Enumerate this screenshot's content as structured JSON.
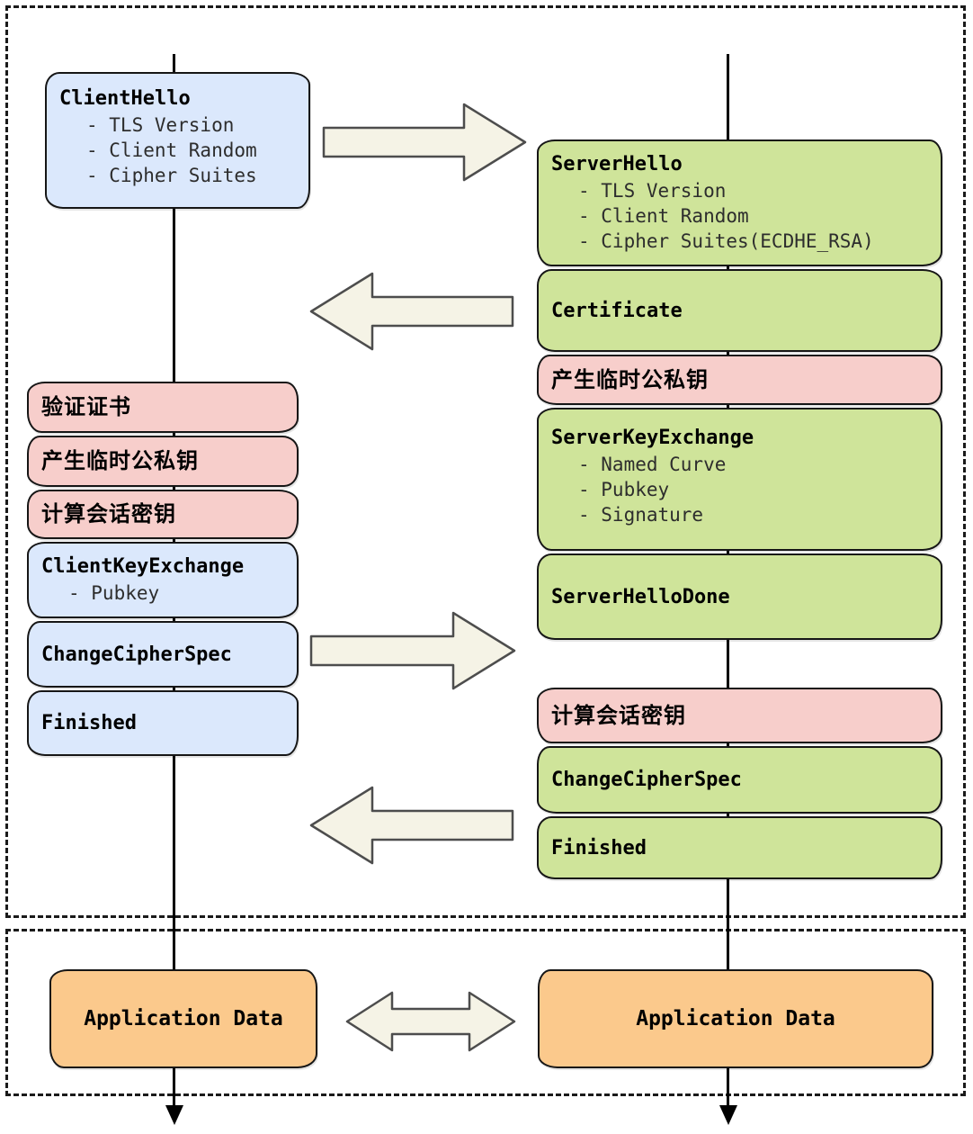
{
  "diagram": {
    "type": "tls-handshake-sequence",
    "phase_regions": [
      "handshake-phase",
      "application-data-phase"
    ],
    "colors": {
      "client_box_fill": "#dbe8fc",
      "server_box_fill": "#cfe49a",
      "action_box_fill": "#f7cecb",
      "appdata_box_fill": "#fbc98c",
      "arrow_fill": "#f5f3e6",
      "arrow_stroke": "#4d4d4d",
      "box_border": "#161616",
      "lifeline": "#000000",
      "dashed_border": "#1a1a1a"
    }
  },
  "client": {
    "hello": {
      "title": "ClientHello",
      "items": [
        "- TLS Version",
        "- Client Random",
        "- Cipher Suites"
      ]
    },
    "verify_cert": {
      "title": "验证证书"
    },
    "gen_temp_keys": {
      "title": "产生临时公私钥"
    },
    "calc_session_key": {
      "title": "计算会话密钥"
    },
    "key_exchange": {
      "title": "ClientKeyExchange",
      "items": [
        "- Pubkey"
      ]
    },
    "change_cipher_spec": {
      "title": "ChangeCipherSpec"
    },
    "finished": {
      "title": "Finished"
    },
    "app_data": {
      "title": "Application Data"
    }
  },
  "server": {
    "hello": {
      "title": "ServerHello",
      "items": [
        "- TLS Version",
        "- Client Random",
        "- Cipher Suites(ECDHE_RSA)"
      ]
    },
    "certificate": {
      "title": "Certificate"
    },
    "gen_temp_keys": {
      "title": "产生临时公私钥"
    },
    "key_exchange": {
      "title": "ServerKeyExchange",
      "items": [
        "- Named Curve",
        "- Pubkey",
        "- Signature"
      ]
    },
    "hello_done": {
      "title": "ServerHelloDone"
    },
    "calc_session_key": {
      "title": "计算会话密钥"
    },
    "change_cipher_spec": {
      "title": "ChangeCipherSpec"
    },
    "finished": {
      "title": "Finished"
    },
    "app_data": {
      "title": "Application Data"
    }
  }
}
